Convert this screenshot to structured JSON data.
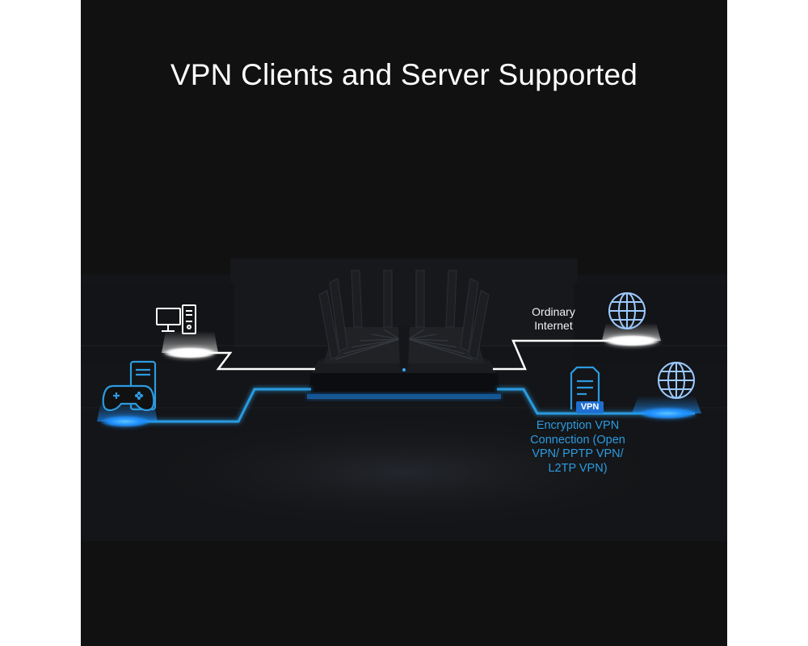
{
  "title": "VPN Clients and Server Supported",
  "labels": {
    "ordinary_internet": [
      "Ordinary",
      "Internet"
    ],
    "vpn_connection": [
      "Encryption VPN",
      "Connection (Open",
      "VPN/ PPTP VPN/",
      "L2TP VPN)"
    ],
    "vpn_badge": "VPN"
  },
  "colors": {
    "background": "#111112",
    "white_link": "#ffffff",
    "vpn_blue": "#2c9be0",
    "glow_blue": "#1e90ff"
  },
  "nodes": [
    {
      "id": "desktop-pc",
      "icon": "desktop-computer-icon",
      "link": "ordinary"
    },
    {
      "id": "game-console",
      "icon": "gamepad-icon",
      "link": "vpn"
    },
    {
      "id": "internet-ordinary",
      "icon": "globe-icon",
      "link": "ordinary"
    },
    {
      "id": "vpn-server",
      "icon": "server-icon",
      "link": "vpn"
    },
    {
      "id": "internet-vpn",
      "icon": "globe-icon",
      "link": "vpn"
    }
  ]
}
